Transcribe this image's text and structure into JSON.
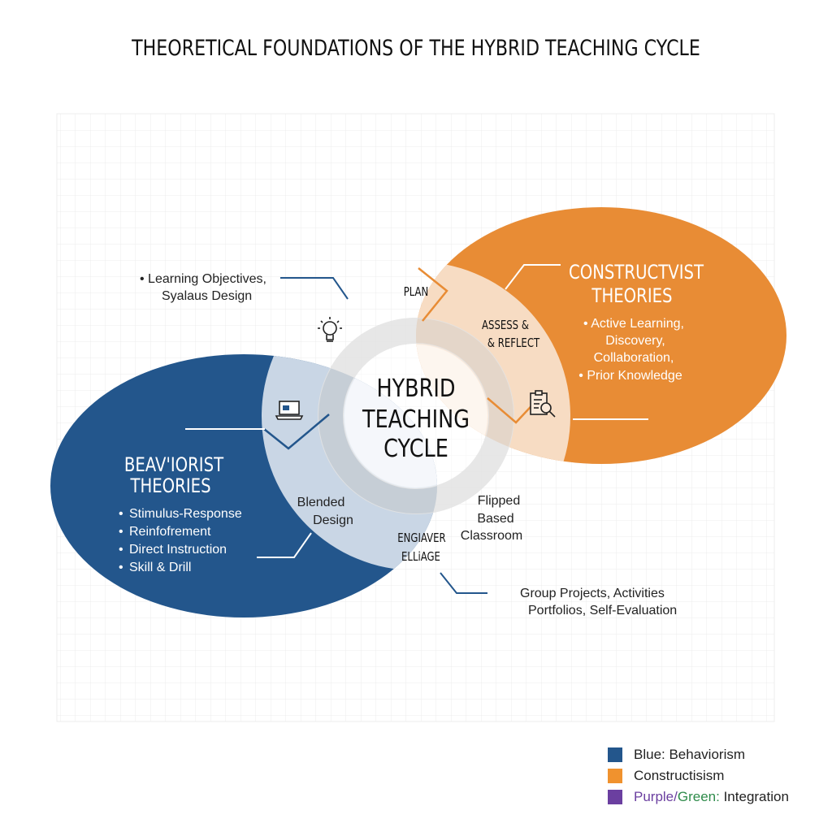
{
  "title": "THEORETICAL FOUNDATIONS OF THE HYBRID TEACHING CYCLE",
  "colors": {
    "behaviorism": "#23568c",
    "behaviorism_light": "#c9d6e5",
    "constructivism": "#e88c35",
    "constructivism_light": "#f7dcc3",
    "integration_purple": "#6b3fa0",
    "integration_green": "#2e8b4a",
    "cycle_ring": "#e3e3e3",
    "grid": "#ececec"
  },
  "center": {
    "line1": "HYBRID",
    "line2": "TEACHING",
    "line3": "CYCLE"
  },
  "behaviorist": {
    "title1": "BEAV'IORIST",
    "title2": "THEORIES",
    "items": [
      "Stimulus-Response",
      "Reinfofrement",
      "Direct Instruction",
      "Skill & Drill"
    ]
  },
  "constructivist": {
    "title1": "CONSTRUCTVIST",
    "title2": "THEORIES",
    "lines": [
      "Active Learning,",
      "Discovery,",
      "Collaboration,",
      "Prior Knowledge"
    ]
  },
  "stages": {
    "plan": "PLAN",
    "assess1": "ASSESS &",
    "assess2": "& REFLECT",
    "engage1": "ENGIAVER",
    "engage2": "ELLiAGE",
    "blended1": "Blended",
    "blended2": "Design",
    "flipped1": "Flipped",
    "flipped2": "Based",
    "flipped3": "Classroom"
  },
  "callouts": {
    "objectives1": "Learning Objectives,",
    "objectives2": "Syalaus Design",
    "projects1": "Group Projects, Activities",
    "projects2": "Portfolios, Self-Evaluation"
  },
  "icons": {
    "plan": "lightbulb-icon",
    "design": "laptop-icon",
    "assess": "clipboard-magnifier-icon"
  },
  "legend": {
    "blue_label": "Blue: Behaviorism",
    "orange_label": "Constructisism",
    "integration_purple": "Purple",
    "integration_slash": "/",
    "integration_green": "Green:",
    "integration_rest": " Integration"
  }
}
